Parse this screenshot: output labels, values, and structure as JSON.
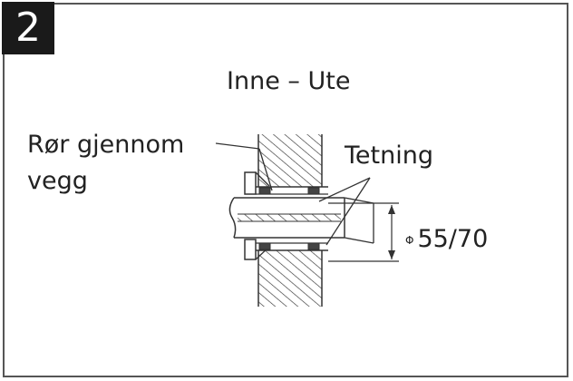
{
  "step": {
    "number": "2"
  },
  "labels": {
    "inside_outside": "Inne – Ute",
    "pipe_through_wall": "Rør gjennom vegg",
    "seal": "Tetning",
    "diameter_symbol": "Φ",
    "diameter_value": "55/70"
  },
  "colors": {
    "frame": "#555555",
    "badge": "#1a1a1a",
    "line": "#333333",
    "seal_fill": "#444444"
  }
}
